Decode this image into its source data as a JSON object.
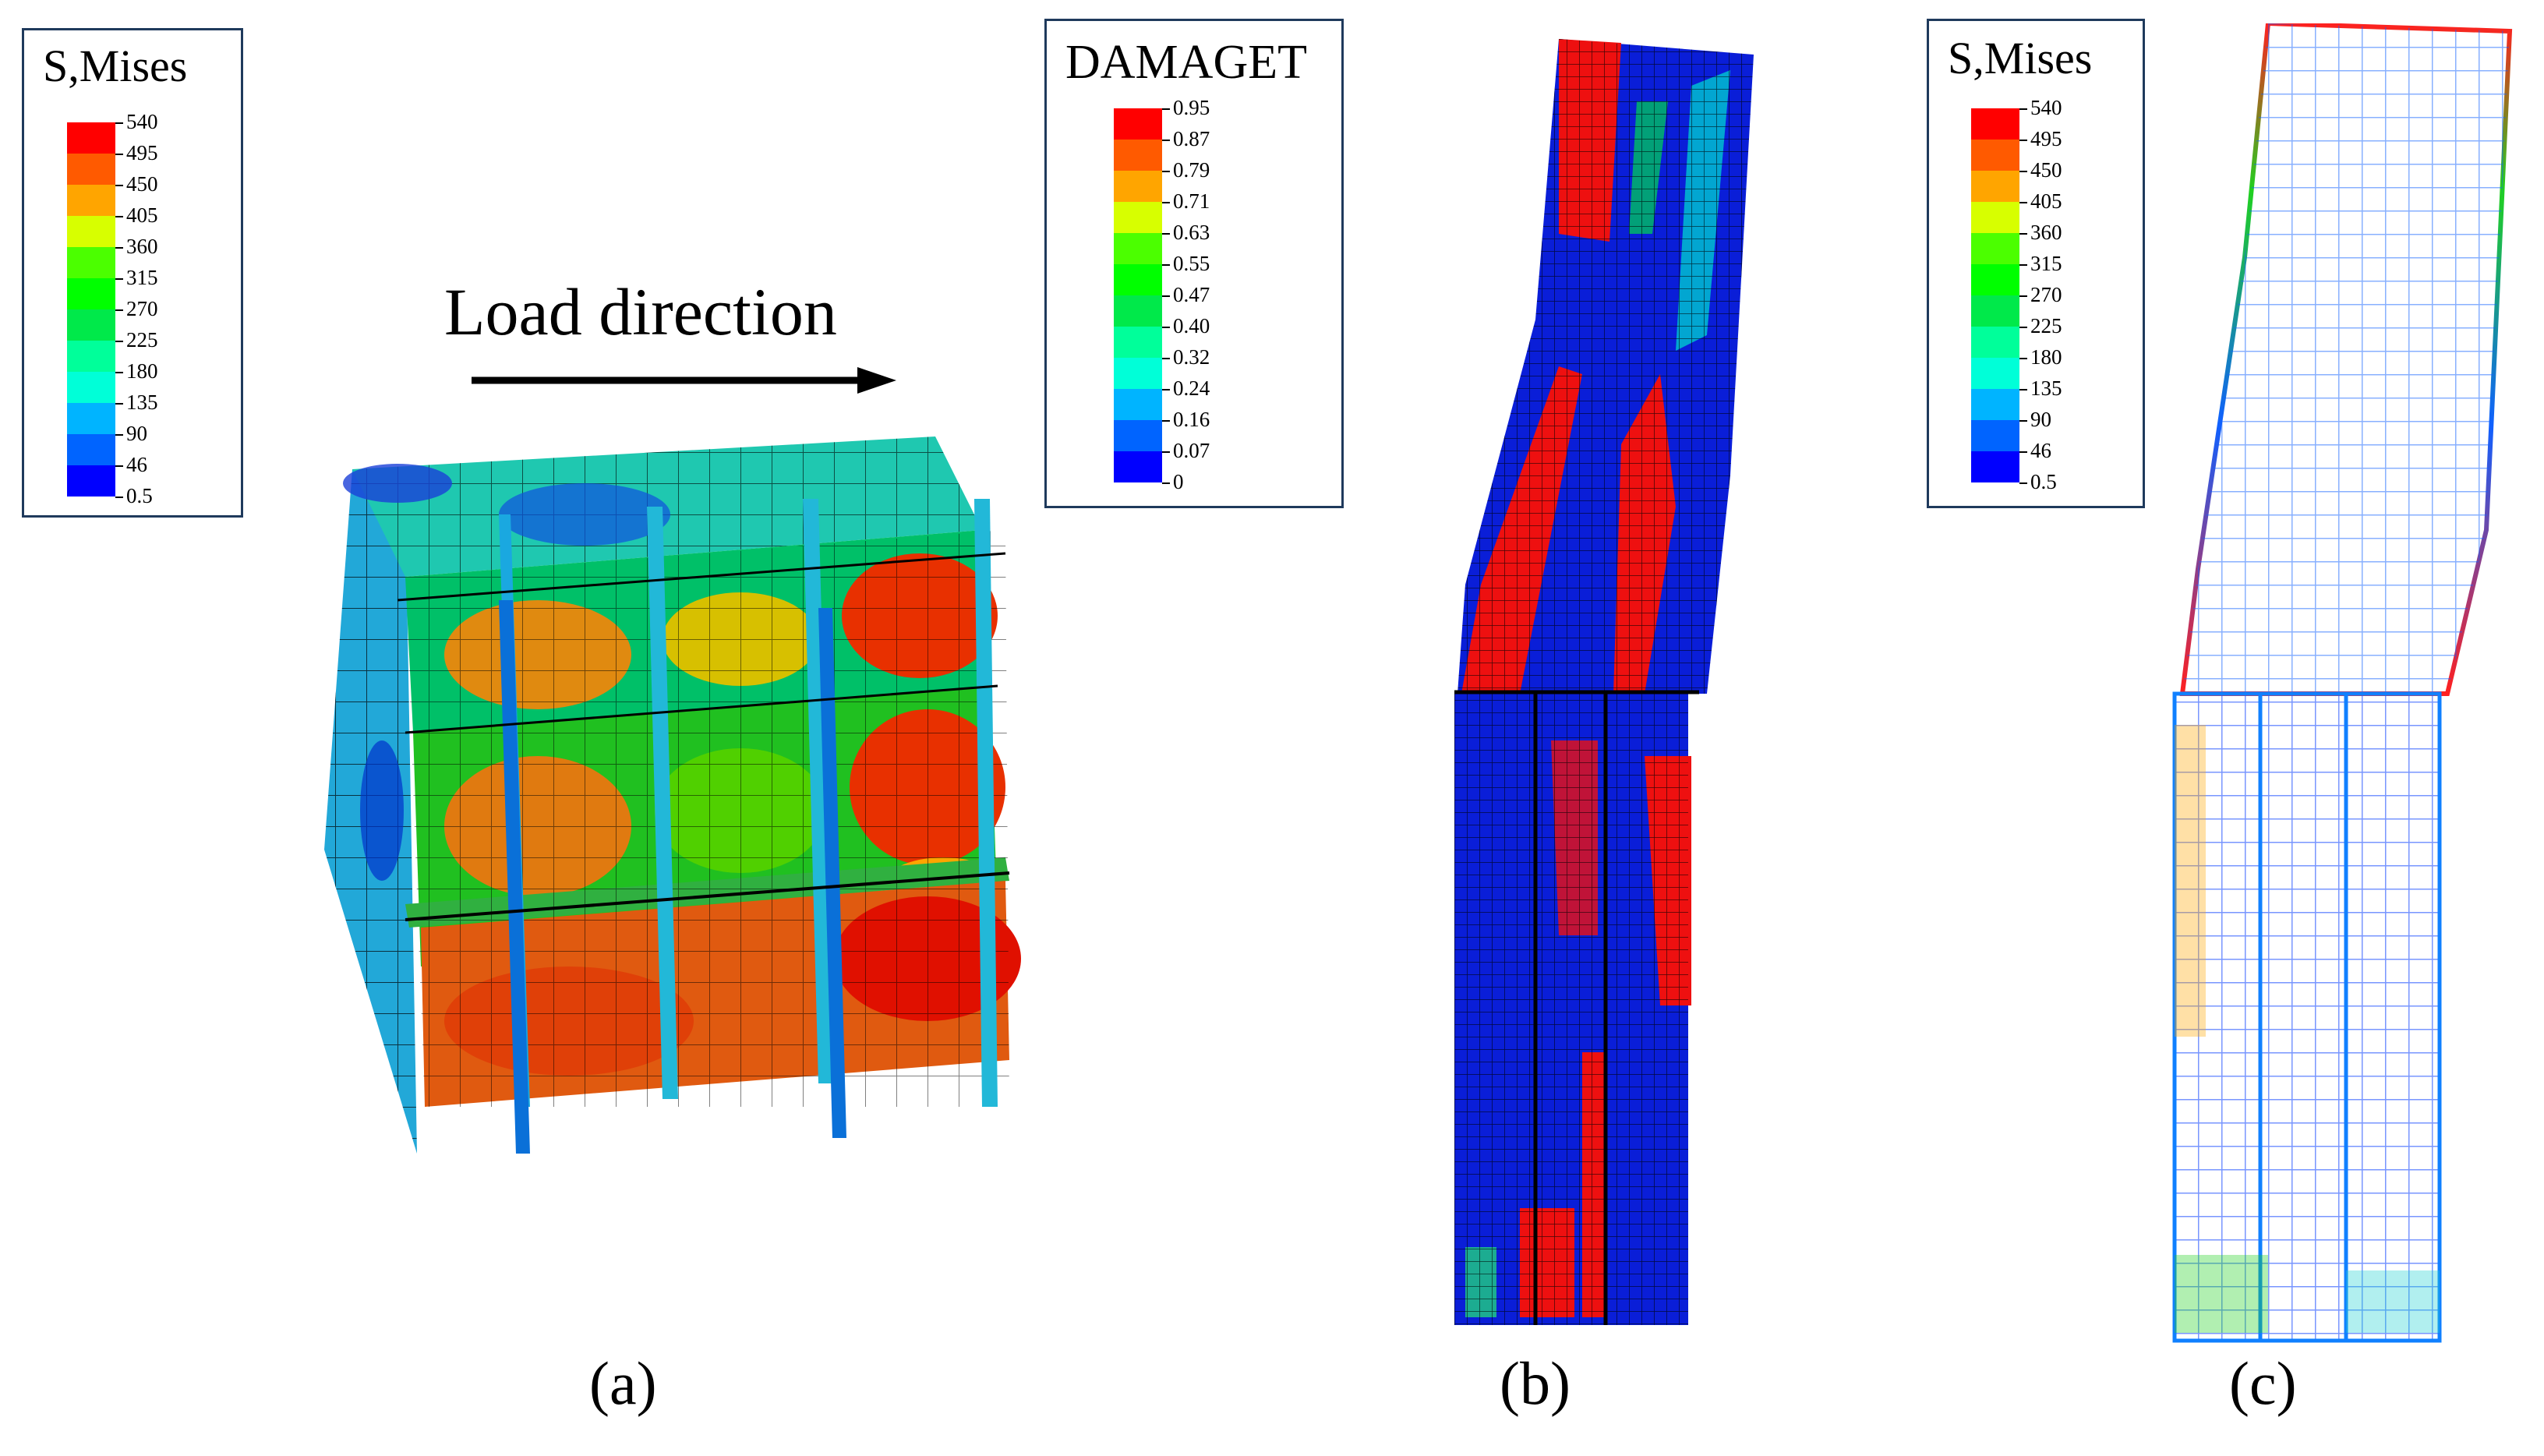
{
  "legends": [
    {
      "title": "S,Mises",
      "labels": [
        "540",
        "495",
        "450",
        "405",
        "360",
        "315",
        "270",
        "225",
        "180",
        "135",
        "90",
        "46",
        "0.5"
      ],
      "colors": [
        "#ff0000",
        "#ff5a00",
        "#ffa500",
        "#d7ff00",
        "#4bff00",
        "#00ff00",
        "#00e94a",
        "#00ff9a",
        "#00ffd8",
        "#00b4ff",
        "#0064ff",
        "#0000ff"
      ]
    },
    {
      "title": "DAMAGET",
      "labels": [
        "0.95",
        "0.87",
        "0.79",
        "0.71",
        "0.63",
        "0.55",
        "0.47",
        "0.40",
        "0.32",
        "0.24",
        "0.16",
        "0.07",
        "0"
      ],
      "colors": [
        "#ff0000",
        "#ff5a00",
        "#ffa500",
        "#d7ff00",
        "#4bff00",
        "#00ff00",
        "#00e94a",
        "#00ff9a",
        "#00ffd8",
        "#00b4ff",
        "#0064ff",
        "#0000ff"
      ]
    },
    {
      "title": "S,Mises",
      "labels": [
        "540",
        "495",
        "450",
        "405",
        "360",
        "315",
        "270",
        "225",
        "180",
        "135",
        "90",
        "46",
        "0.5"
      ],
      "colors": [
        "#ff0000",
        "#ff5a00",
        "#ffa500",
        "#d7ff00",
        "#4bff00",
        "#00ff00",
        "#00e94a",
        "#00ff9a",
        "#00ffd8",
        "#00b4ff",
        "#0064ff",
        "#0000ff"
      ]
    }
  ],
  "load_direction": "Load direction",
  "captions": [
    "(a)",
    "(b)",
    "(c)"
  ]
}
